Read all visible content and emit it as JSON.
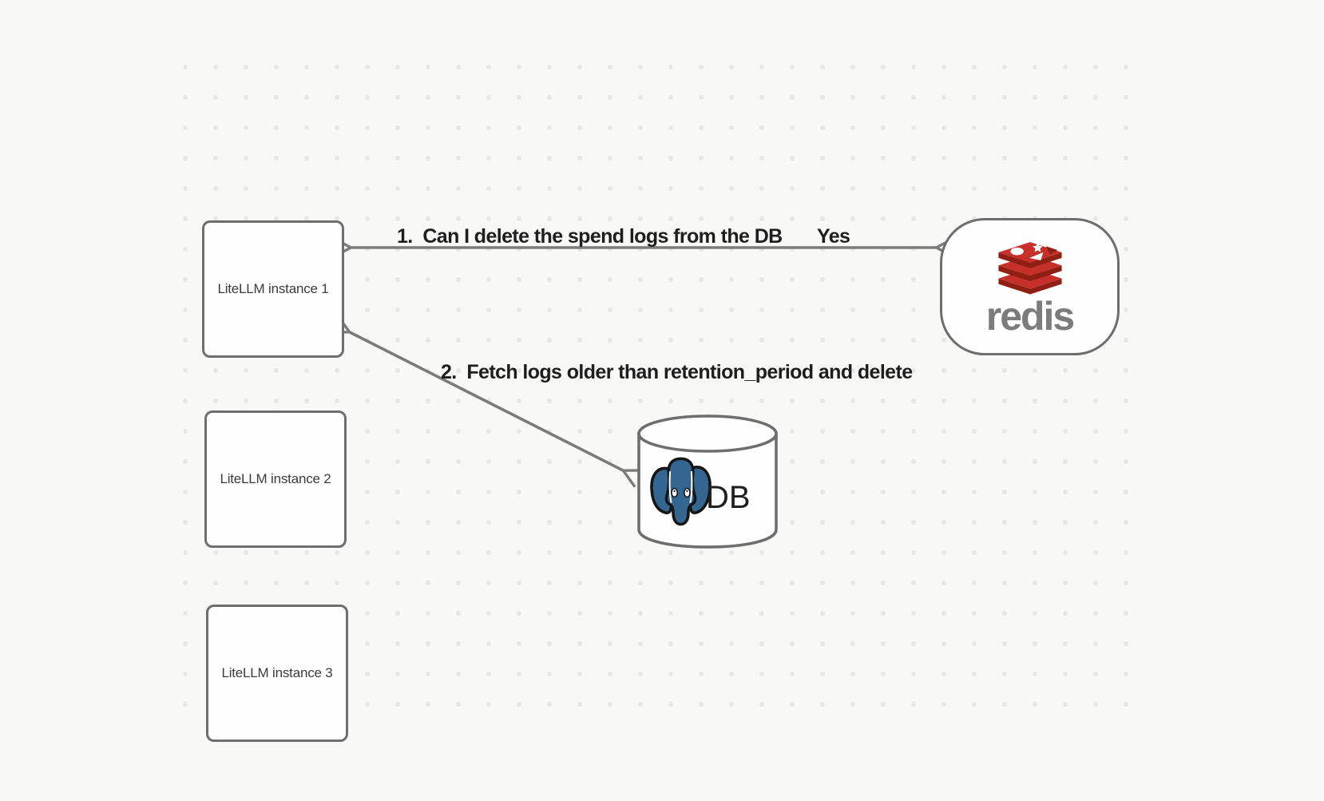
{
  "canvas": {
    "background_color": "#f8f8f7",
    "dot_color": "#e7e7e5"
  },
  "nodes": {
    "instance1": {
      "label": "LiteLLM instance 1"
    },
    "instance2": {
      "label": "LiteLLM instance 2"
    },
    "instance3": {
      "label": "LiteLLM instance 3"
    },
    "redis": {
      "wordmark": "redis"
    },
    "db": {
      "label": "DB"
    }
  },
  "edges": {
    "edge1": {
      "label": "1.  Can I delete the spend logs from the DB",
      "response": "Yes",
      "from": "redis",
      "to": "instance1"
    },
    "edge2": {
      "label": "2.  Fetch logs older than retention_period and delete",
      "from": "instance1",
      "to": "db"
    }
  },
  "colors": {
    "shape_stroke": "#6e6e6e",
    "arrow_stroke": "#7b7b7b",
    "edge_label_text": "#1e1e1e",
    "node_label_text": "#3b3b3b",
    "redis_red": "#c6302b",
    "redis_dark_red": "#8e1f12",
    "redis_wordmark_gray": "#7c7c7c",
    "postgres_blue": "#336791"
  }
}
